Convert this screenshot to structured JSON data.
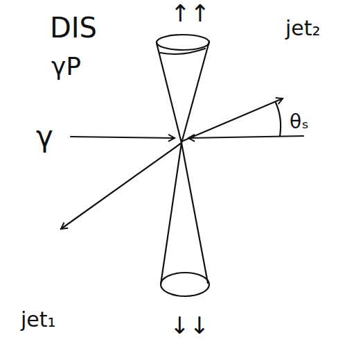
{
  "diagram": {
    "labels": [
      "DIS",
      "γP",
      "↑↑",
      "jet₂",
      "γ",
      "θₛ",
      "jet₁",
      "↓↓"
    ]
  }
}
